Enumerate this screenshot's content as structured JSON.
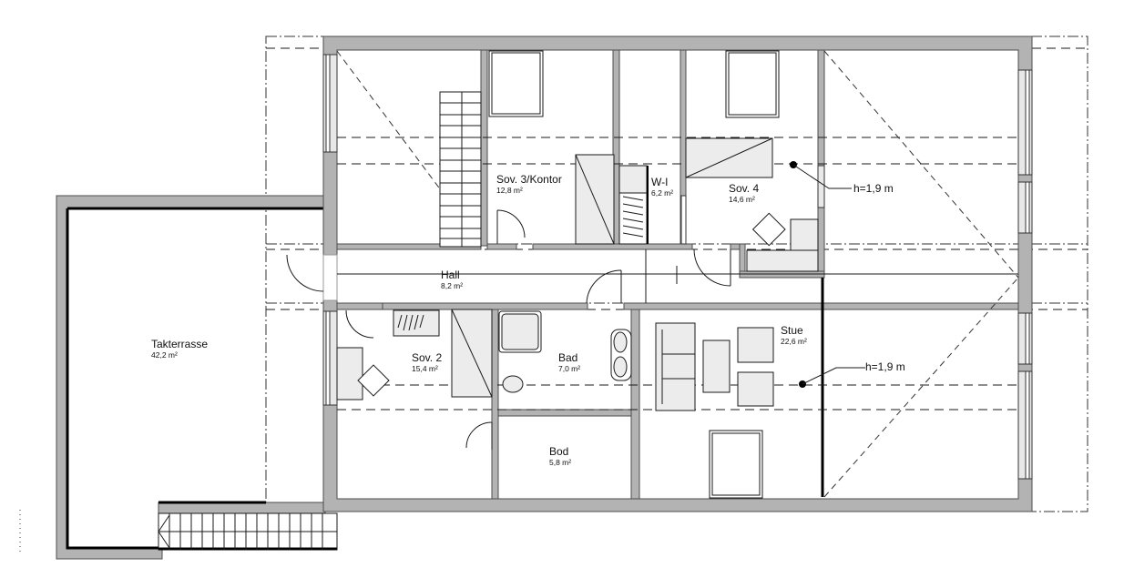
{
  "plan": {
    "type": "floor-plan",
    "floor": "loft / upper floor",
    "colors": {
      "wall": "#b3b3b3",
      "furniture": "#ececec",
      "line": "#1a1a1a",
      "background": "#ffffff"
    }
  },
  "rooms": {
    "sov3": {
      "name": "Sov. 3/Kontor",
      "area": "12,8 m²"
    },
    "wi": {
      "name": "W-I",
      "area": "6,2 m²"
    },
    "sov4": {
      "name": "Sov. 4",
      "area": "14,6 m²"
    },
    "hall": {
      "name": "Hall",
      "area": "8,2 m²"
    },
    "sov2": {
      "name": "Sov. 2",
      "area": "15,4 m²"
    },
    "bad": {
      "name": "Bad",
      "area": "7,0 m²"
    },
    "bod": {
      "name": "Bod",
      "area": "5,8 m²"
    },
    "stue": {
      "name": "Stue",
      "area": "22,6 m²"
    },
    "takterrasse": {
      "name": "Takterrasse",
      "area": "42,2 m²"
    }
  },
  "height_notes": [
    {
      "text": "h=1,9 m"
    },
    {
      "text": "h=1,9 m"
    }
  ]
}
